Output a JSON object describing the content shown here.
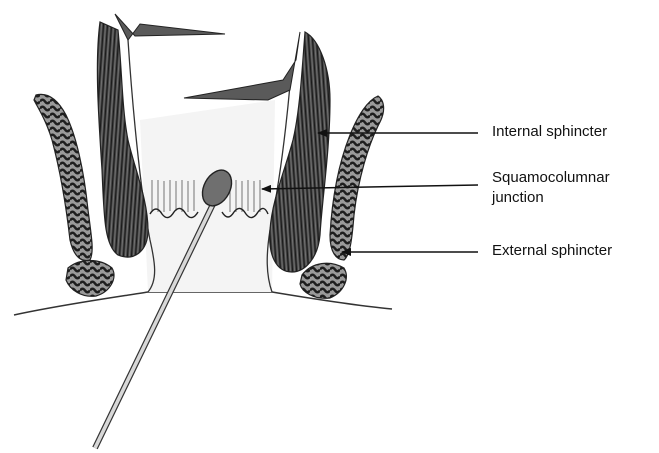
{
  "labels": {
    "internal_sphincter": "Internal sphincter",
    "squamocolumnar_line1": "Squamocolumnar",
    "squamocolumnar_line2": "junction",
    "external_sphincter": "External sphincter"
  },
  "colors": {
    "background": "#ffffff",
    "muscle_fill": "#4a4a4a",
    "muscle_dark": "#222222",
    "ring_dark": "#2e2e2e",
    "ring_light": "#9a9a9a",
    "lumen_fill": "#f4f4f4",
    "swab_tip": "#6f6f6f",
    "swab_shaft": "#d8d8d8",
    "line": "#111111"
  },
  "icons": {
    "swab": "swab-icon",
    "arrow": "arrow-icon"
  }
}
